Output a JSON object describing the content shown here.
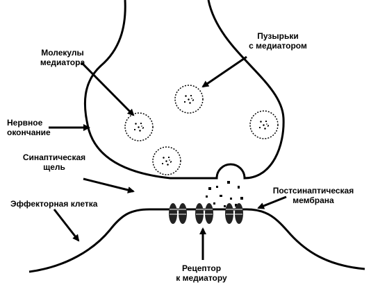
{
  "labels": {
    "vesicles": {
      "line1": "Пузырьки",
      "line2": "с медиатором"
    },
    "molecules": {
      "line1": "Молекулы",
      "line2": "медиатора"
    },
    "nerve_ending": {
      "line1": "Нервное",
      "line2": "окончание"
    },
    "synaptic_cleft": {
      "line1": "Синаптическая",
      "line2": "щель"
    },
    "effector_cell": {
      "line1": "Эффекторная клетка"
    },
    "postsynaptic": {
      "line1": "Постсинаптическая",
      "line2": "мембрана"
    },
    "receptor": {
      "line1": "Рецептор",
      "line2": "к медиатору"
    }
  },
  "colors": {
    "stroke": "#000000",
    "background": "#ffffff"
  }
}
